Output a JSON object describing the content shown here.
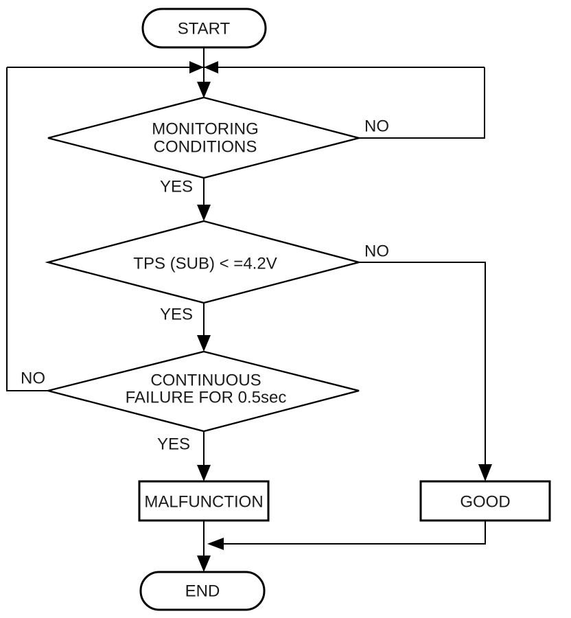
{
  "colors": {
    "line": "#000000",
    "background": "#ffffff",
    "text": "#1a1a1a"
  },
  "nodes": {
    "start": {
      "type": "terminator",
      "label": "START"
    },
    "decision1": {
      "type": "decision",
      "line1": "MONITORING",
      "line2": "CONDITIONS"
    },
    "decision2": {
      "type": "decision",
      "label": "TPS (SUB) < =4.2V"
    },
    "decision3": {
      "type": "decision",
      "line1": "CONTINUOUS",
      "line2": "FAILURE FOR 0.5sec"
    },
    "malfunction": {
      "type": "process",
      "label": "MALFUNCTION"
    },
    "good": {
      "type": "process",
      "label": "GOOD"
    },
    "end": {
      "type": "terminator",
      "label": "END"
    }
  },
  "edge_labels": {
    "decision1_no": "NO",
    "decision1_yes": "YES",
    "decision2_no": "NO",
    "decision2_yes": "YES",
    "decision3_no": "NO",
    "decision3_yes": "YES"
  }
}
